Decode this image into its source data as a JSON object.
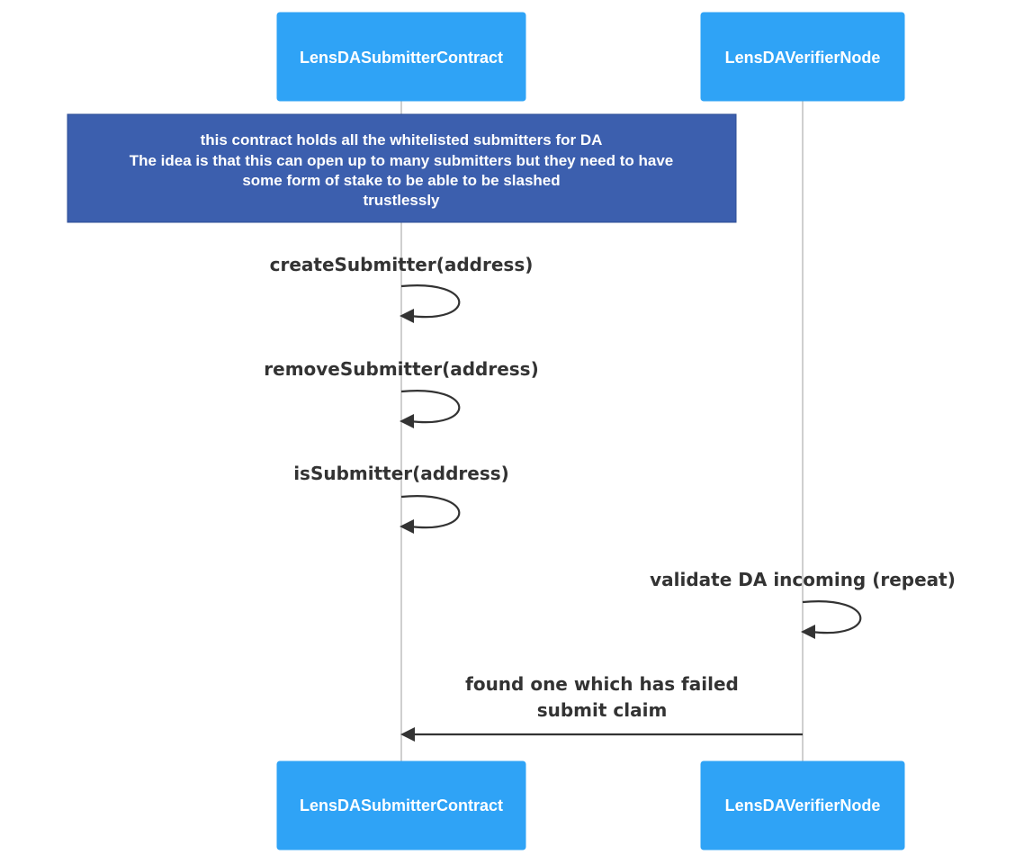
{
  "diagram": {
    "type": "sequence",
    "colors": {
      "actor_fill": "#2fa3f6",
      "note_fill": "#3c5fae",
      "lifeline": "#cfcfcf",
      "message": "#333333"
    },
    "actors": [
      {
        "id": "submitter",
        "label": "LensDASubmitterContract"
      },
      {
        "id": "verifier",
        "label": "LensDAVerifierNode"
      }
    ],
    "note": {
      "lines": [
        "this contract holds all the whitelisted submitters for DA",
        "The idea is that this can open up to many submitters but they need to have",
        "some form of stake to be able to be slashed",
        "trustlessly"
      ]
    },
    "messages": [
      {
        "from": "submitter",
        "to": "submitter",
        "lines": [
          "createSubmitter(address)"
        ]
      },
      {
        "from": "submitter",
        "to": "submitter",
        "lines": [
          "removeSubmitter(address)"
        ]
      },
      {
        "from": "submitter",
        "to": "submitter",
        "lines": [
          "isSubmitter(address)"
        ]
      },
      {
        "from": "verifier",
        "to": "verifier",
        "lines": [
          "validate DA incoming (repeat)"
        ]
      },
      {
        "from": "verifier",
        "to": "submitter",
        "lines": [
          "found one which has failed",
          "submit claim"
        ]
      }
    ]
  }
}
